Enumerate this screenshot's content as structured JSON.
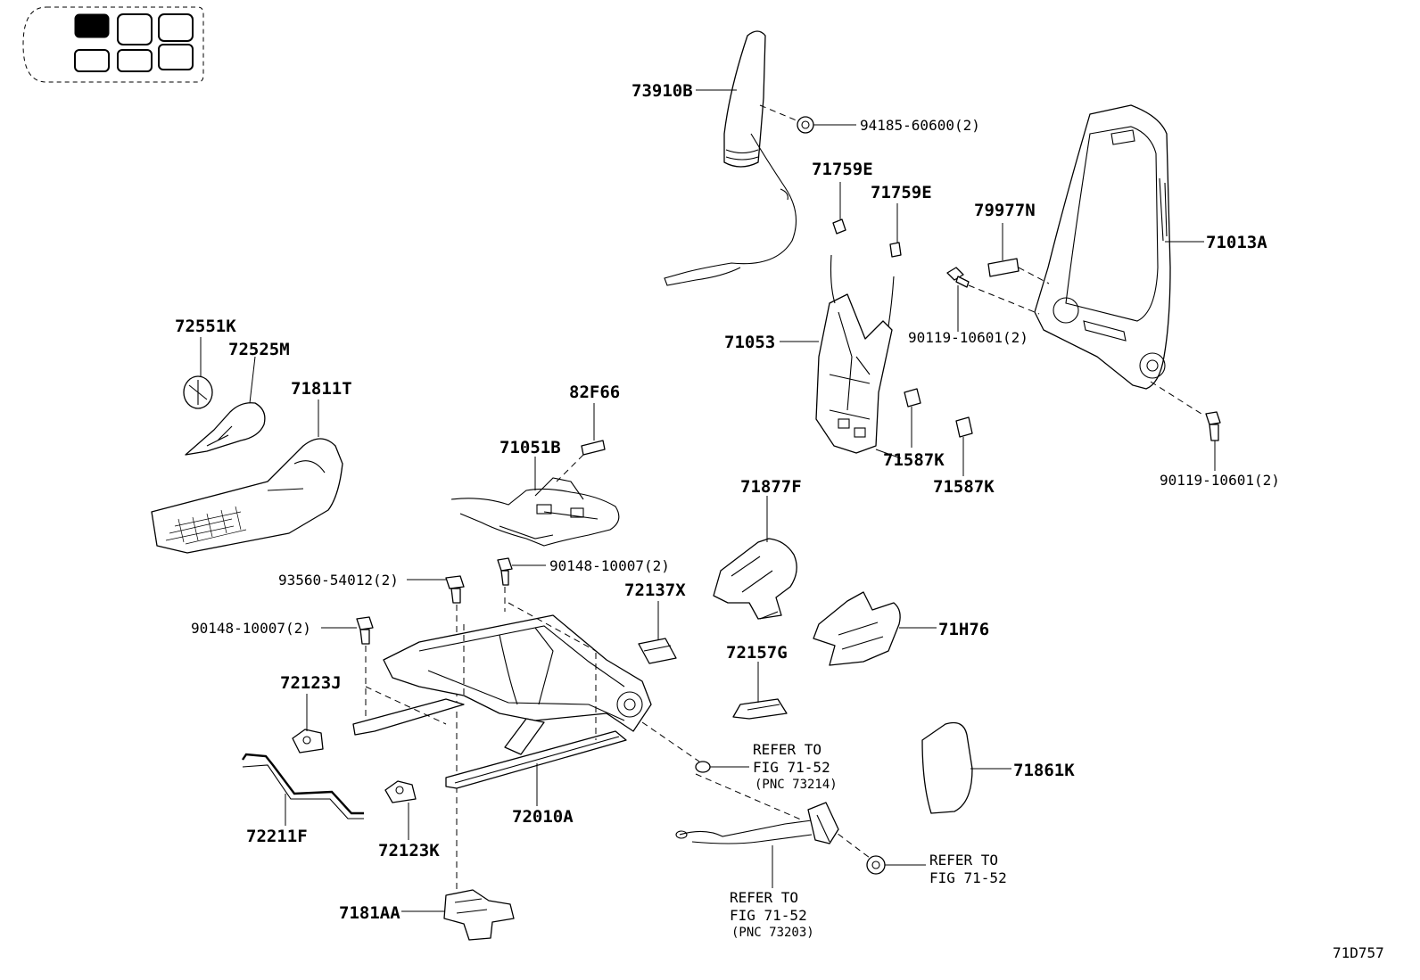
{
  "diagram": {
    "figure_code": "71D757",
    "seat_locator": {
      "highlighted_seat": "front-left"
    },
    "labels": {
      "p73910B": "73910B",
      "p94185": "94185-60600(2)",
      "p71759E_a": "71759E",
      "p71759E_b": "71759E",
      "p79977N": "79977N",
      "p71013A": "71013A",
      "p90119_a": "90119-10601(2)",
      "p71053": "71053",
      "p72551K": "72551K",
      "p72525M": "72525M",
      "p71811T": "71811T",
      "p82F66": "82F66",
      "p71051B": "71051B",
      "p71587K_a": "71587K",
      "p71587K_b": "71587K",
      "p90119_b": "90119-10601(2)",
      "p71877F": "71877F",
      "p90148_a": "90148-10007(2)",
      "p93560": "93560-54012(2)",
      "p72137X": "72137X",
      "p90148_b": "90148-10007(2)",
      "p71H76": "71H76",
      "p72157G": "72157G",
      "p72123J": "72123J",
      "p71861K": "71861K",
      "p72211F": "72211F",
      "p72010A": "72010A",
      "p72123K": "72123K",
      "p7181AA": "7181AA"
    },
    "refer_notes": {
      "fig_73214": {
        "line1": "REFER TO",
        "line2": "FIG 71-52",
        "pnc": "(PNC 73214)"
      },
      "fig_nut": {
        "line1": "REFER TO",
        "line2": "FIG 71-52"
      },
      "fig_73203": {
        "line1": "REFER TO",
        "line2": "FIG 71-52",
        "pnc": "(PNC 73203)"
      }
    }
  }
}
